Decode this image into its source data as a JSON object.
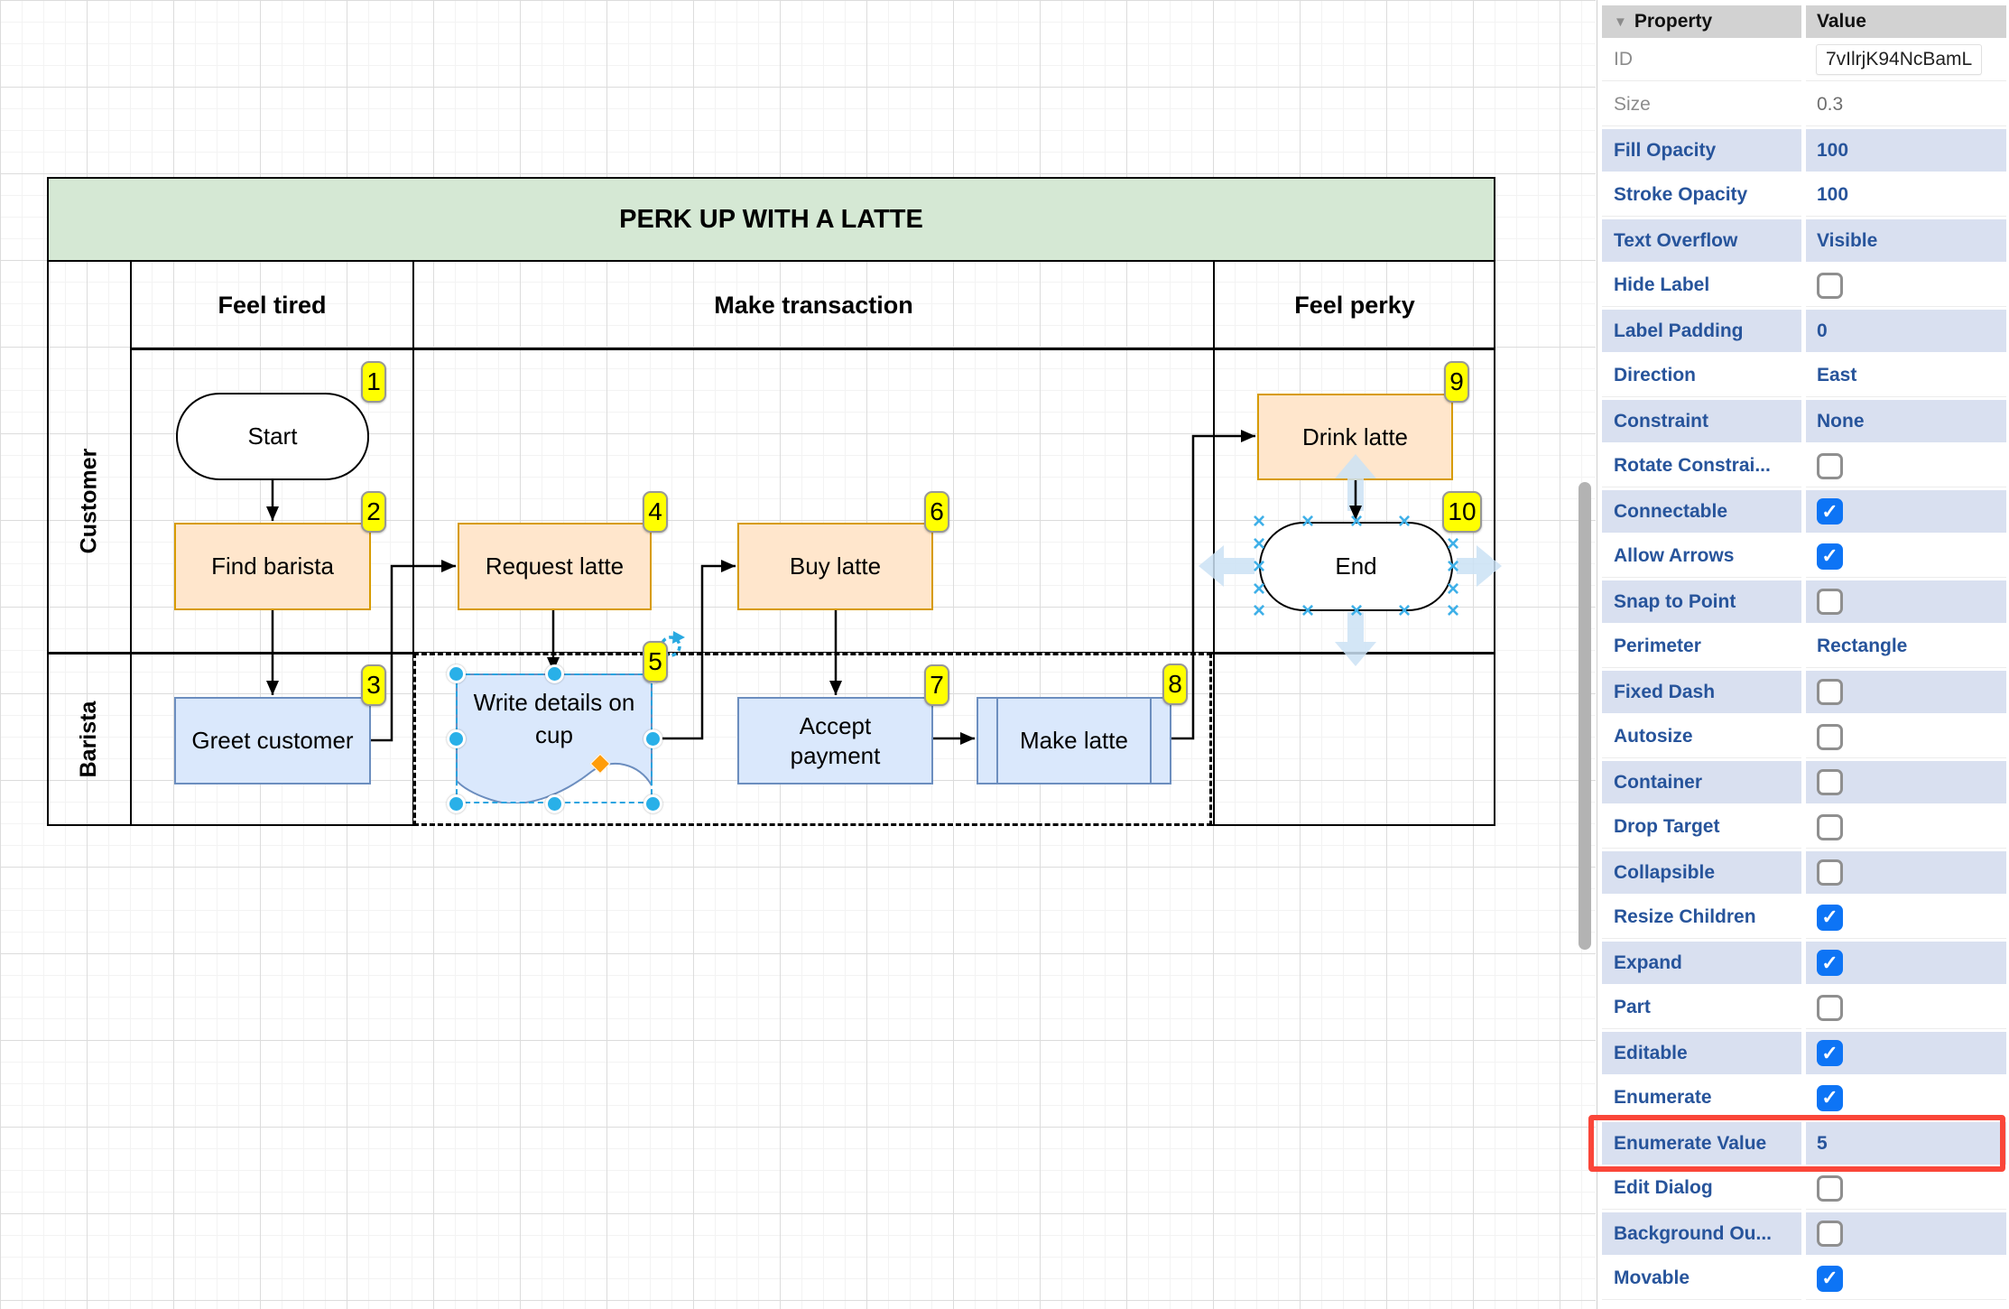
{
  "diagram": {
    "pool": {
      "title": "PERK UP WITH A LATTE",
      "phases": [
        "Feel tired",
        "Make transaction",
        "Feel perky"
      ],
      "lanes": [
        "Customer",
        "Barista"
      ]
    },
    "nodes": [
      {
        "badge": "1",
        "label": "Start",
        "kind": "terminator",
        "lane": "Customer",
        "phase": "Feel tired"
      },
      {
        "badge": "2",
        "label": "Find barista",
        "kind": "process-orange",
        "lane": "Customer",
        "phase": "Feel tired"
      },
      {
        "badge": "3",
        "label": "Greet customer",
        "kind": "process-blue",
        "lane": "Barista",
        "phase": "Feel tired"
      },
      {
        "badge": "4",
        "label": "Request latte",
        "kind": "process-orange",
        "lane": "Customer",
        "phase": "Make transaction"
      },
      {
        "badge": "5",
        "label": "Write details on cup",
        "kind": "document-blue",
        "lane": "Barista",
        "phase": "Make transaction",
        "selected": true
      },
      {
        "badge": "6",
        "label": "Buy latte",
        "kind": "process-orange",
        "lane": "Customer",
        "phase": "Make transaction"
      },
      {
        "badge": "7",
        "label": "Accept payment",
        "kind": "process-blue",
        "lane": "Barista",
        "phase": "Make transaction"
      },
      {
        "badge": "8",
        "label": "Make latte",
        "kind": "subprocess-blue",
        "lane": "Barista",
        "phase": "Make transaction"
      },
      {
        "badge": "9",
        "label": "Drink latte",
        "kind": "process-orange",
        "lane": "Customer",
        "phase": "Feel perky"
      },
      {
        "badge": "10",
        "label": "End",
        "kind": "terminator",
        "lane": "Customer",
        "phase": "Feel perky"
      }
    ],
    "edges": [
      {
        "from": "Start",
        "to": "Find barista"
      },
      {
        "from": "Find barista",
        "to": "Greet customer"
      },
      {
        "from": "Greet customer",
        "to": "Request latte"
      },
      {
        "from": "Request latte",
        "to": "Write details on cup"
      },
      {
        "from": "Write details on cup",
        "to": "Buy latte"
      },
      {
        "from": "Buy latte",
        "to": "Accept payment"
      },
      {
        "from": "Accept payment",
        "to": "Make latte"
      },
      {
        "from": "Make latte",
        "to": "Drink latte"
      },
      {
        "from": "Drink latte",
        "to": "End"
      }
    ],
    "colors": {
      "title_fill": "#d5e8d4",
      "orange_fill": "#ffe6cc",
      "orange_stroke": "#d79b00",
      "blue_fill": "#dae8fc",
      "blue_stroke": "#6c8ebf",
      "badge_fill": "#ffff00",
      "selection": "#29b0e8",
      "annotation_red": "#fa4639"
    }
  },
  "panel": {
    "header": {
      "property": "Property",
      "value": "Value"
    },
    "rows": [
      {
        "label": "ID",
        "type": "idbox",
        "value": "7vIlrjK94NcBamL",
        "muted": true
      },
      {
        "label": "Size",
        "type": "text",
        "value": "0.3",
        "muted": true
      },
      {
        "label": "Fill Opacity",
        "type": "text",
        "value": "100"
      },
      {
        "label": "Stroke Opacity",
        "type": "text",
        "value": "100"
      },
      {
        "label": "Text Overflow",
        "type": "text",
        "value": "Visible"
      },
      {
        "label": "Hide Label",
        "type": "checkbox",
        "checked": false
      },
      {
        "label": "Label Padding",
        "type": "text",
        "value": "0"
      },
      {
        "label": "Direction",
        "type": "text",
        "value": "East"
      },
      {
        "label": "Constraint",
        "type": "text",
        "value": "None"
      },
      {
        "label": "Rotate Constrai...",
        "type": "checkbox",
        "checked": false
      },
      {
        "label": "Connectable",
        "type": "checkbox",
        "checked": true
      },
      {
        "label": "Allow Arrows",
        "type": "checkbox",
        "checked": true
      },
      {
        "label": "Snap to Point",
        "type": "checkbox",
        "checked": false
      },
      {
        "label": "Perimeter",
        "type": "text",
        "value": "Rectangle"
      },
      {
        "label": "Fixed Dash",
        "type": "checkbox",
        "checked": false
      },
      {
        "label": "Autosize",
        "type": "checkbox",
        "checked": false
      },
      {
        "label": "Container",
        "type": "checkbox",
        "checked": false
      },
      {
        "label": "Drop Target",
        "type": "checkbox",
        "checked": false
      },
      {
        "label": "Collapsible",
        "type": "checkbox",
        "checked": false
      },
      {
        "label": "Resize Children",
        "type": "checkbox",
        "checked": true
      },
      {
        "label": "Expand",
        "type": "checkbox",
        "checked": true
      },
      {
        "label": "Part",
        "type": "checkbox",
        "checked": false
      },
      {
        "label": "Editable",
        "type": "checkbox",
        "checked": true
      },
      {
        "label": "Enumerate",
        "type": "checkbox",
        "checked": true
      },
      {
        "label": "Enumerate Value",
        "type": "text",
        "value": "5",
        "annotated": true
      },
      {
        "label": "Edit Dialog",
        "type": "checkbox",
        "checked": false
      },
      {
        "label": "Background Ou...",
        "type": "checkbox",
        "checked": false
      },
      {
        "label": "Movable",
        "type": "checkbox",
        "checked": true
      }
    ]
  }
}
